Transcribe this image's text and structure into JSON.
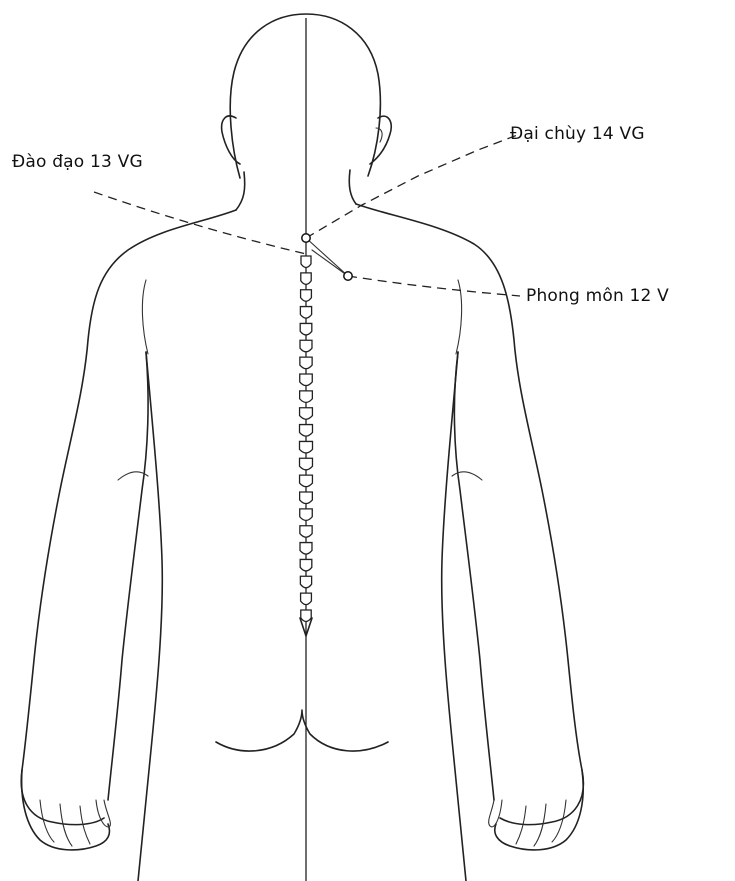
{
  "points": {
    "dai_chuy": {
      "label": "Đại chùy 14 VG"
    },
    "dao_dao": {
      "label": "Đào đạo 13 VG"
    },
    "phong_mon": {
      "label": "Phong môn 12 V"
    }
  },
  "colors": {
    "line": "#222222",
    "background": "#ffffff"
  }
}
